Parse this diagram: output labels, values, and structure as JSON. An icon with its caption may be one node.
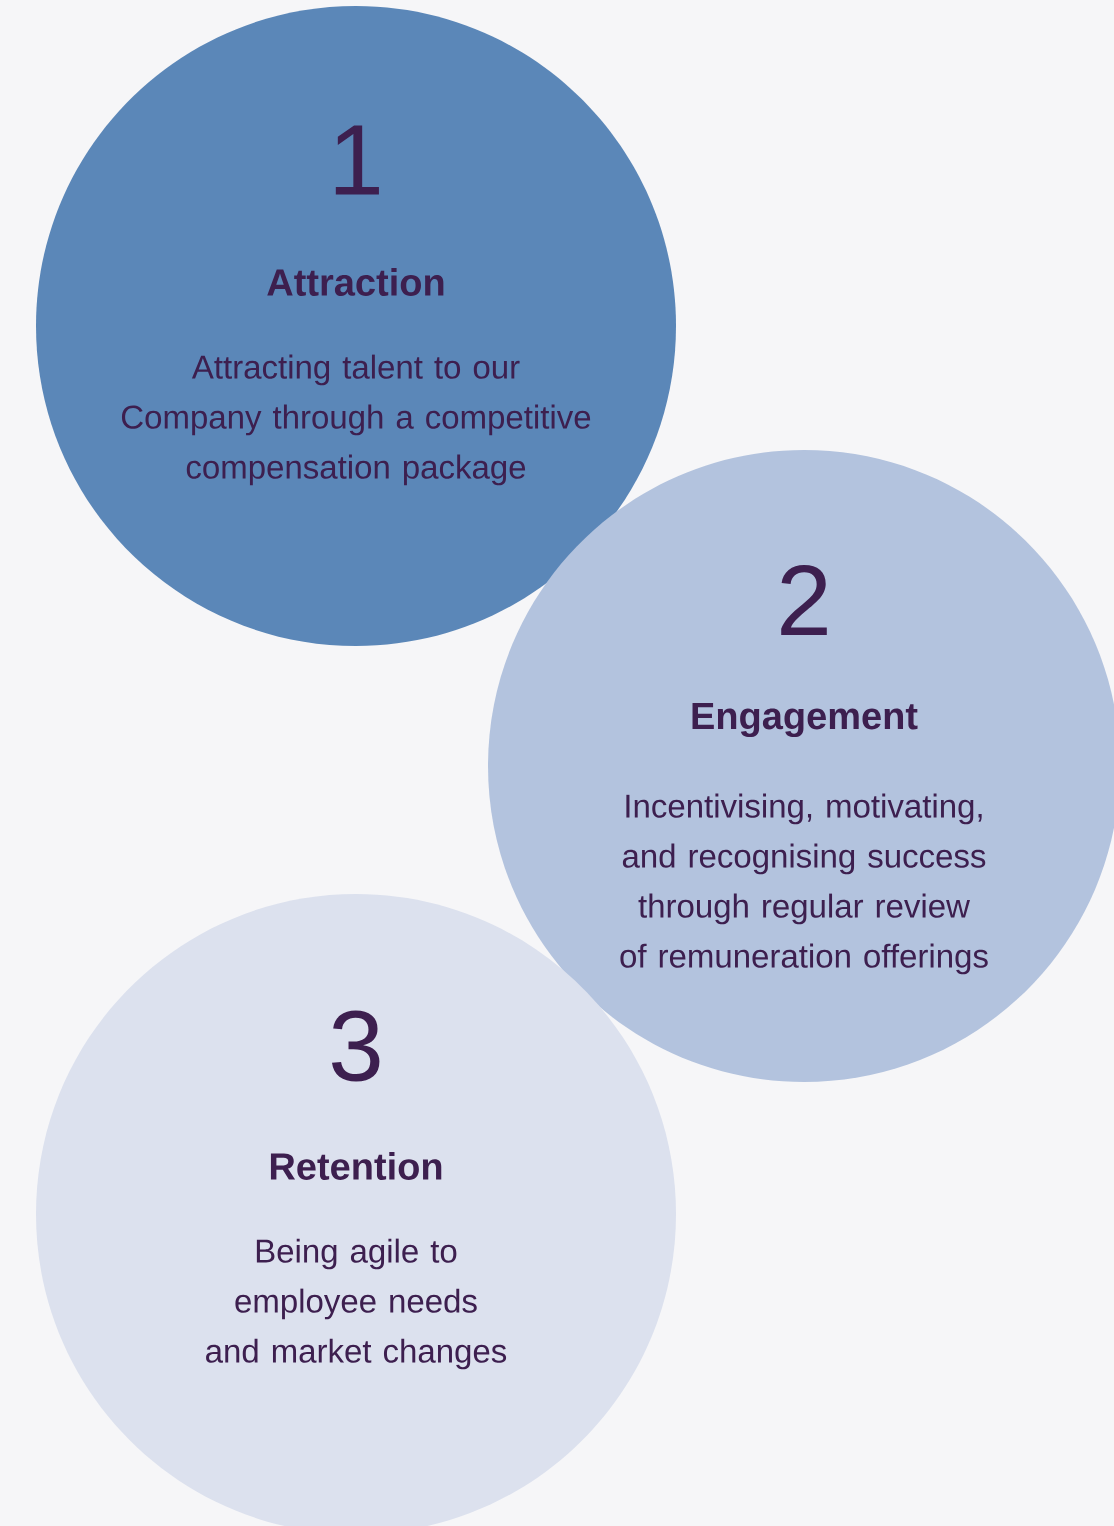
{
  "diagram": {
    "nodes": [
      {
        "text": [
          "1",
          "Attraction",
          "Attracting talent to our Company through a competitive compensation package"
        ]
      },
      {
        "text": [
          "2",
          "Engagement",
          "Incentivising, motivating, and recognising success through regular review of remuneration offerings"
        ]
      },
      {
        "text": [
          "3",
          "Retention",
          "Being agile to employee needs and market changes"
        ]
      }
    ]
  }
}
